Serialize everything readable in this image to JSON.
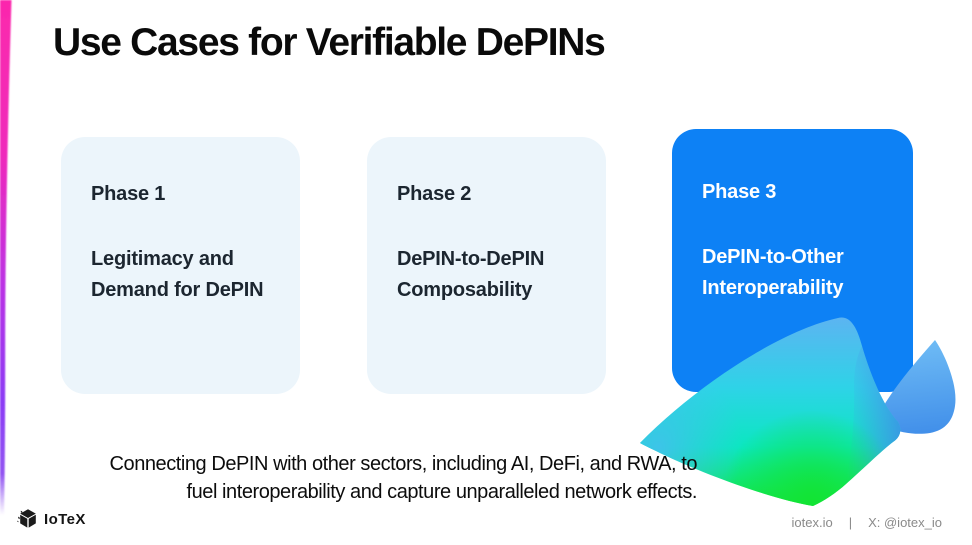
{
  "slide": {
    "title": "Use Cases for Verifiable DePINs",
    "cards": [
      {
        "phase_label": "Phase 1",
        "title_line1": "Legitimacy and",
        "title_line2": "Demand for DePIN"
      },
      {
        "phase_label": "Phase 2",
        "title_line1": "DePIN-to-DePIN",
        "title_line2": "Composability"
      },
      {
        "phase_label": "Phase 3",
        "title_line1": "DePIN-to-Other",
        "title_line2": "Interoperability"
      }
    ],
    "tagline_line1": "Connecting DePIN with other sectors, including AI, DeFi, and RWA, to",
    "tagline_line2": "fuel interoperability and capture unparalleled network effects.",
    "footer": {
      "brand_wordmark": "IoTeX",
      "website": "iotex.io",
      "separator": "|",
      "social_handle": "X: @iotex_io"
    },
    "colors": {
      "highlight_card_bg": "#0D81F5",
      "highlight_card_text": "#FFFFFF",
      "light_card_bg": "#ECF5FB",
      "card_text_dark": "#1C2630",
      "edge_gradient_top": "#FB28AC",
      "edge_gradient_bottom": "#8B3BF5",
      "swoosh_blue": "#5FB2F2",
      "swoosh_cyan": "#2ED3E7",
      "swoosh_green": "#12E432",
      "footer_text": "#8A8A8A"
    }
  }
}
